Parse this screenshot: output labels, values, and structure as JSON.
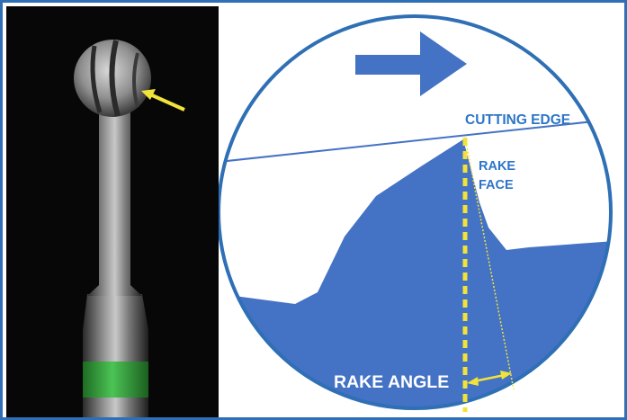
{
  "diagram": {
    "labels": {
      "cutting_edge": "CUTTING EDGE",
      "rake_face_line1": "RAKE",
      "rake_face_line2": "FACE",
      "rake_angle": "RAKE ANGLE"
    },
    "colors": {
      "blue": "#4472c4",
      "frame_blue": "#2f6fb5",
      "label_blue": "#2e75c8",
      "yellow": "#f2e33a",
      "photo_background": "#070707",
      "bur_band_green": "#3cb043"
    },
    "icons": {
      "motion_arrow": "right-arrow-icon",
      "pointer_arrow": "yellow-arrow-icon",
      "angle_arrow": "double-arrow-icon"
    }
  }
}
